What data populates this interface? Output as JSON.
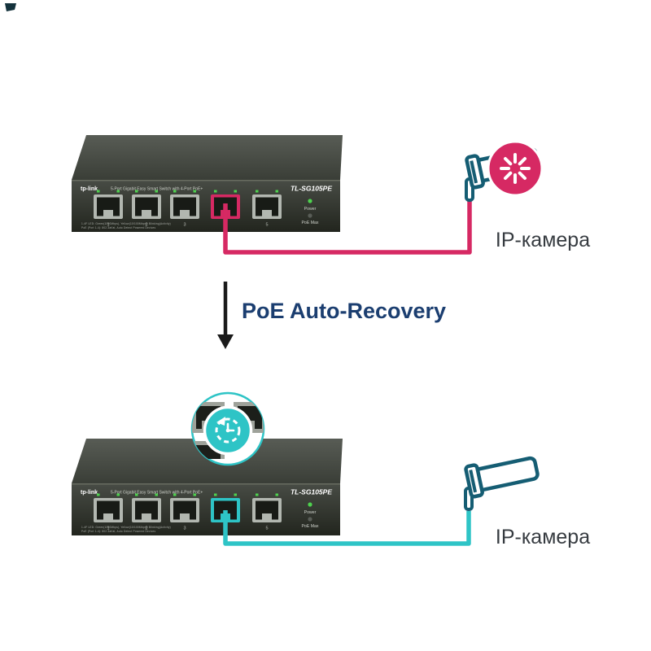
{
  "diagram": {
    "title": "PoE Auto-Recovery",
    "camera_top_label": "IP-камера",
    "camera_bottom_label": "IP-камера"
  },
  "switch": {
    "brand": "tp-link",
    "description": "5-Port Gigabit Easy Smart Switch with 4-Port PoE+",
    "model": "TL-SG105PE",
    "ports": [
      "1",
      "2",
      "3",
      "4",
      "5"
    ],
    "power_label": "Power",
    "poe_max_label": "PoE Max",
    "fine_print_line1": "1-4F LED: Green(1000Mbps), Yellow(10/100Mbps), Blinking(Activity)",
    "fine_print_line2": "PoE (Port 1-4): 802.3af/at, Auto Detect Powered Devices"
  },
  "colors": {
    "pink": "#d62963",
    "teal": "#2ec4c6",
    "camera": "#155d73",
    "title_text": "#1b3e70",
    "label_text": "#363b40"
  }
}
